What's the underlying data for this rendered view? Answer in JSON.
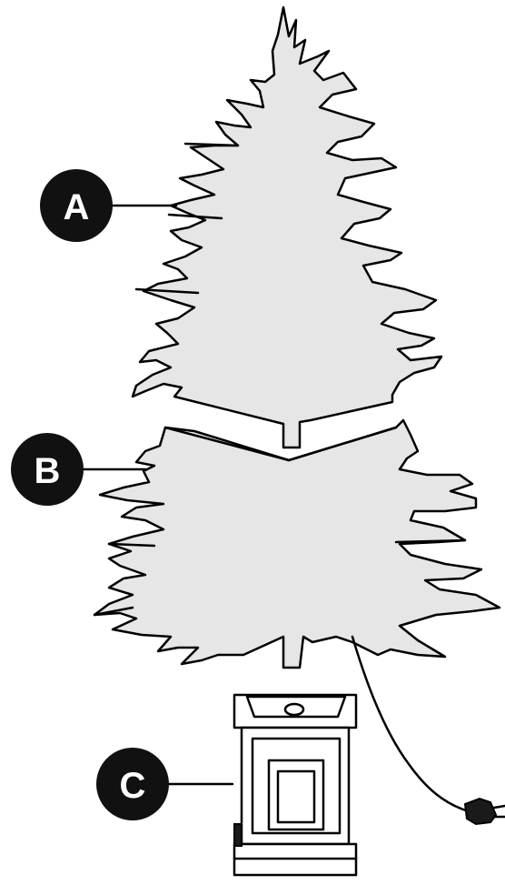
{
  "parts": [
    {
      "id": "A",
      "label": "A",
      "description_visible": ""
    },
    {
      "id": "B",
      "label": "B",
      "description_visible": ""
    },
    {
      "id": "C",
      "label": "C",
      "description_visible": ""
    }
  ],
  "colors": {
    "tree_fill": "#e6e6e6",
    "outline": "#000000",
    "callout_fill": "#111111",
    "callout_text": "#ffffff"
  }
}
